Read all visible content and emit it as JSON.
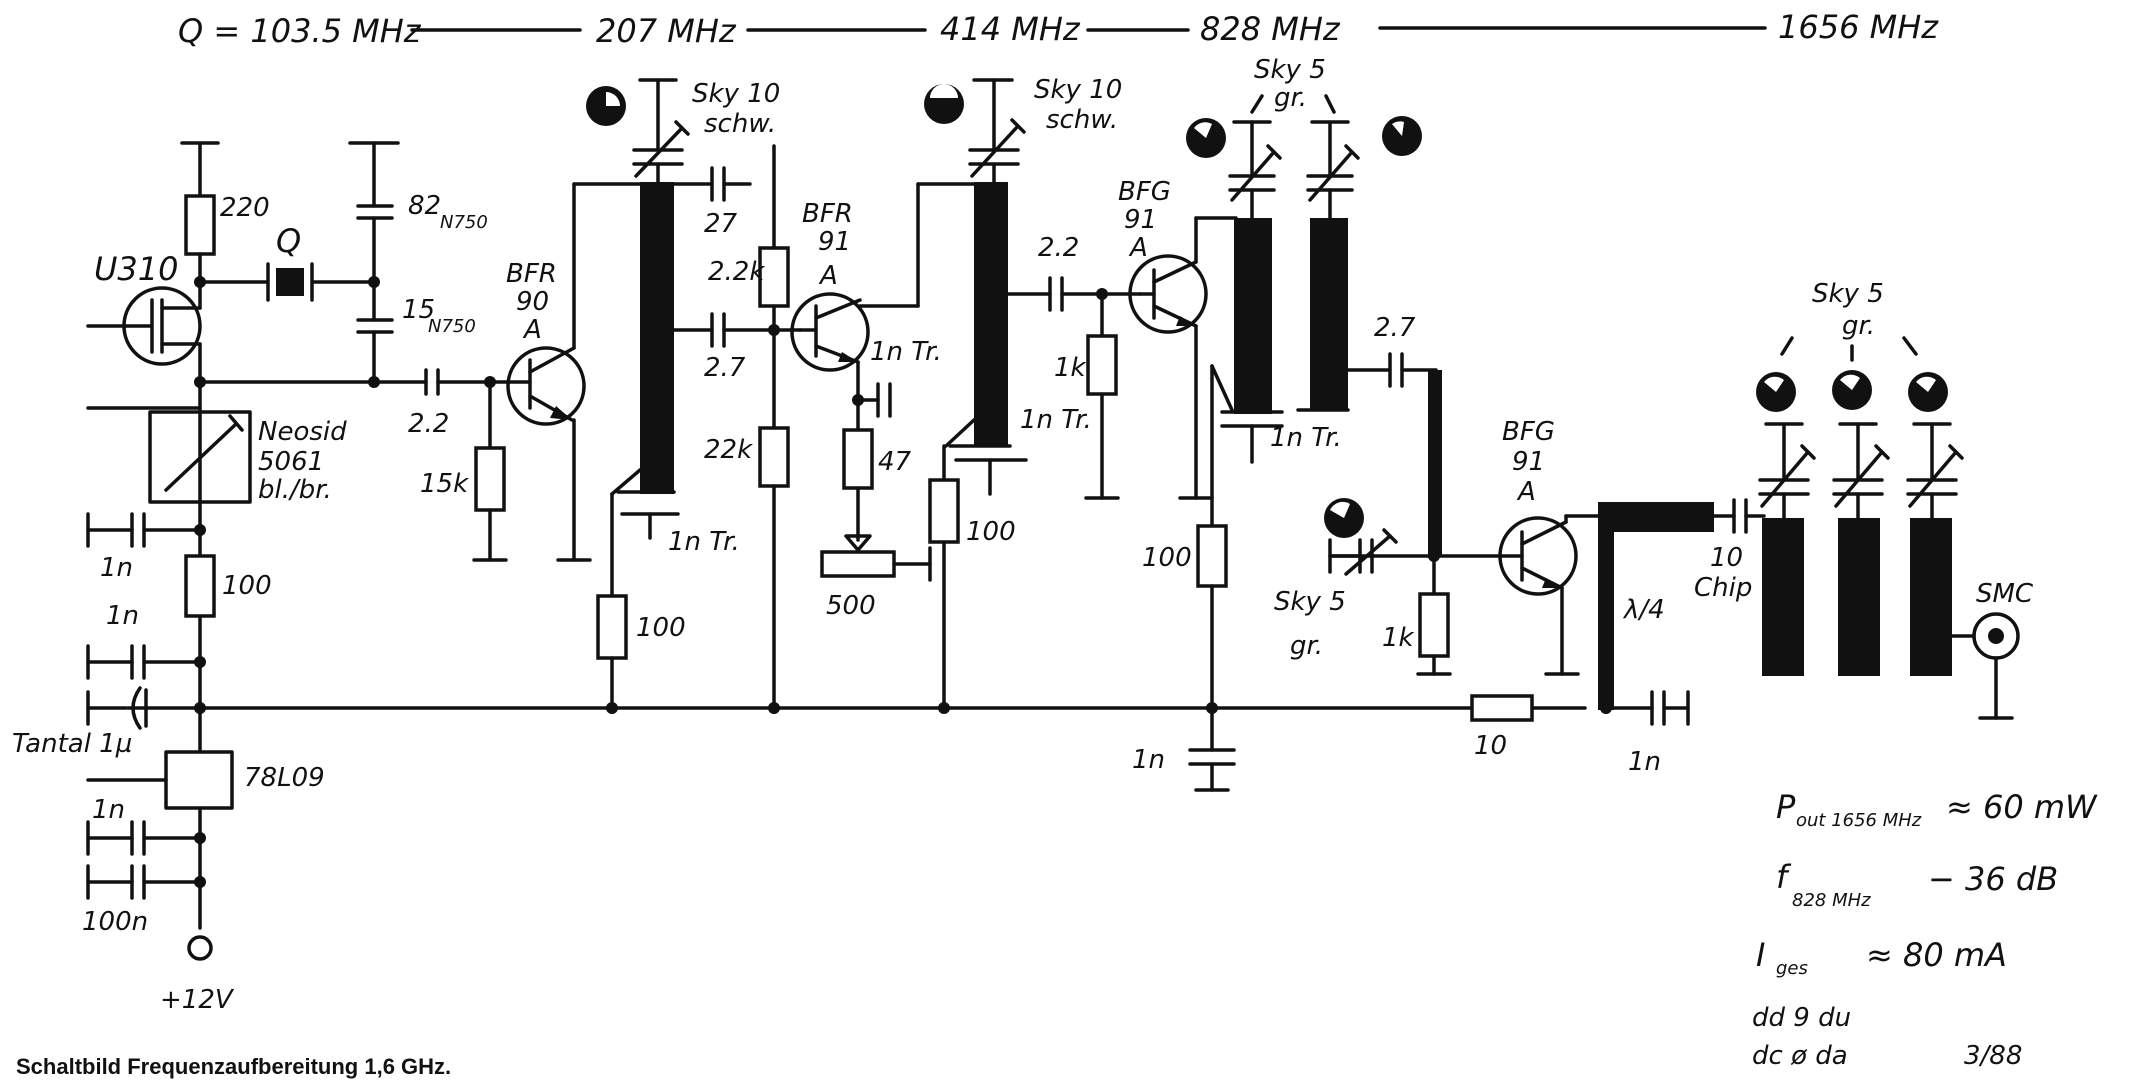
{
  "header": {
    "q_freq": "Q = 103.5 MHz",
    "f207": "207 MHz",
    "f414": "414 MHz",
    "f828": "828 MHz",
    "f1656": "1656 MHz"
  },
  "components": {
    "r220": "220",
    "u310": "U310",
    "q": "Q",
    "c82": "82",
    "c82_sub": "N750",
    "c15": "15",
    "c15_sub": "N750",
    "c2_2a": "2.2",
    "neosid": "Neosid",
    "neosid_num": "5061",
    "neosid_col": "bl./br.",
    "r15k": "15k",
    "bfr90_a": "BFR",
    "bfr90_b": "90",
    "bfr90_c": "A",
    "c1n_a": "1n",
    "r100a": "100",
    "c1n_b": "1n",
    "tantal": "Tantal 1µ",
    "reg": "78L09",
    "c1n_c": "1n",
    "c100n": "100n",
    "vplus": "+12V",
    "sky10a": "Sky 10",
    "sky10a_sub": "schw.",
    "c27": "27",
    "r2_2k": "2.2k",
    "c2_7a": "2.7",
    "r22k": "22k",
    "tr1": "1n Tr.",
    "r100b": "100",
    "bfr91_a": "BFR",
    "bfr91_b": "91",
    "bfr91_c": "A",
    "tr2": "1n Tr.",
    "r47": "47",
    "pot500": "500",
    "sky10b": "Sky 10",
    "sky10b_sub": "schw.",
    "c2_2b": "2.2",
    "r1k_a": "1k",
    "tr3": "1n Tr.",
    "r100c": "100",
    "bfg91a_a": "BFG",
    "bfg91a_b": "91",
    "bfg91a_c": "A",
    "sky5a": "Sky 5",
    "sky5a_sub": "gr.",
    "tr4": "1n Tr.",
    "c2_7b": "2.7",
    "r100d": "100",
    "c1n_d": "1n",
    "sky5b": "Sky 5",
    "sky5b_sub": "gr.",
    "r1k_b": "1k",
    "bfg91b_a": "BFG",
    "bfg91b_b": "91",
    "bfg91b_c": "A",
    "r10": "10",
    "c1n_e": "1n",
    "lambda4": "λ/4",
    "c10chip": "10",
    "c10chip_sub": "Chip",
    "sky5c": "Sky 5",
    "sky5c_sub": "gr.",
    "smc": "SMC"
  },
  "specs": {
    "pout": "P",
    "pout_sub": "out 1656 MHz",
    "pout_val": "≈ 60 mW",
    "f": "f",
    "f_sub": "828 MHz",
    "f_val": "− 36 dB",
    "i": "I",
    "i_sub": "ges",
    "i_val": "≈ 80 mA",
    "code1": "dd 9 du",
    "code2": "dc ø da",
    "date": "3/88"
  },
  "caption": "Schaltbild Frequenzaufbereitung 1,6 GHz."
}
